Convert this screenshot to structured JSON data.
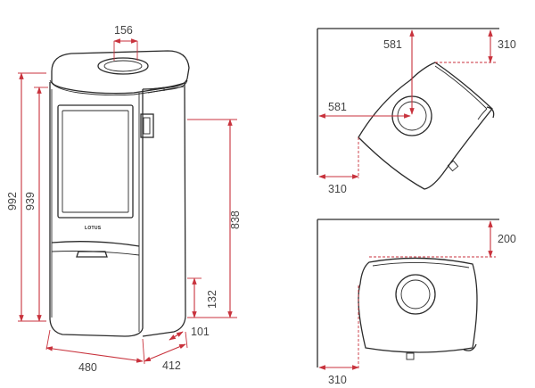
{
  "colors": {
    "outline": "#2b2b2b",
    "dimension": "#c8323c",
    "text": "#444444",
    "background": "#ffffff"
  },
  "front_view": {
    "brand_label": "LOTUS",
    "dimensions": {
      "flue_diameter": "156",
      "total_height": "992",
      "flue_height": "939",
      "rear_outlet_height": "838",
      "air_inlet_height": "132",
      "air_inlet_offset": "101",
      "width": "480",
      "depth": "412"
    }
  },
  "plan_corner": {
    "dimensions": {
      "flue_offset_wall_a": "581",
      "flue_offset_wall_b": "581",
      "wall_clearance_a": "310",
      "wall_clearance_b": "310"
    }
  },
  "plan_wall": {
    "dimensions": {
      "rear_clearance": "200",
      "side_clearance": "310"
    }
  }
}
